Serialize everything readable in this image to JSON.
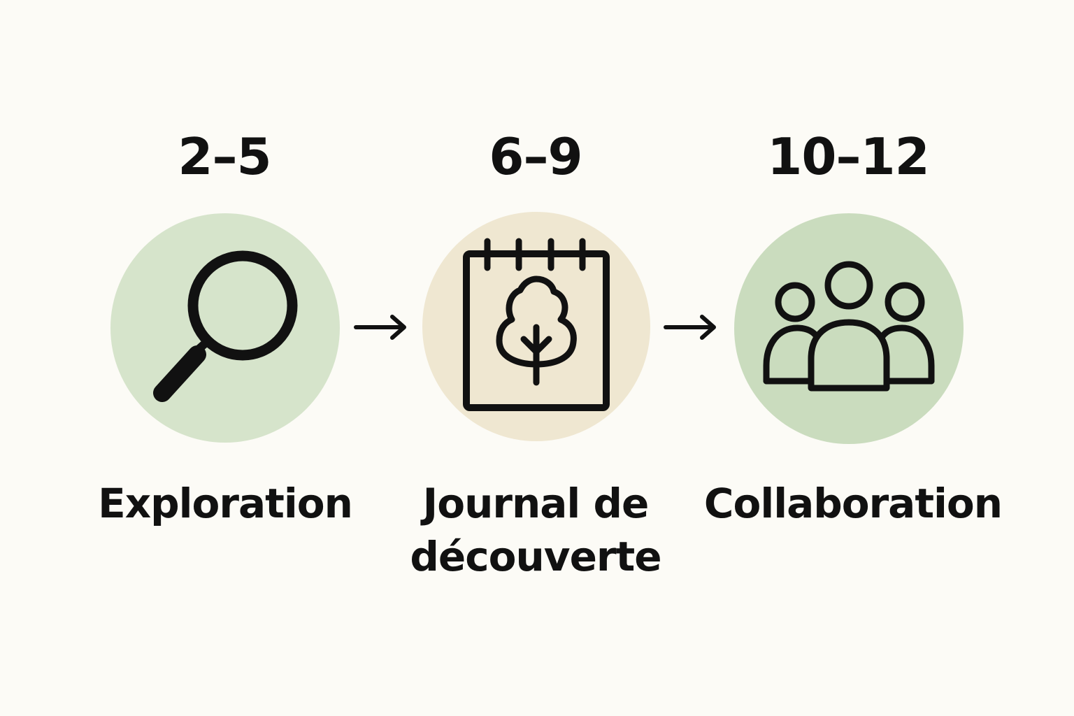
{
  "stages": [
    {
      "age_range": "2–5",
      "label": "Exploration",
      "icon": "magnifying-glass-icon",
      "circle_color": "#d6e4cb"
    },
    {
      "age_range": "6–9",
      "label_line1": "Journal de",
      "label_line2": "découverte",
      "icon": "notebook-tree-icon",
      "circle_color": "#efe7d1"
    },
    {
      "age_range": "10–12",
      "label": "Collaboration",
      "icon": "group-people-icon",
      "circle_color": "#cadcbe"
    }
  ],
  "connectors": [
    {
      "icon": "arrow-right-icon"
    },
    {
      "icon": "arrow-right-icon"
    }
  ]
}
